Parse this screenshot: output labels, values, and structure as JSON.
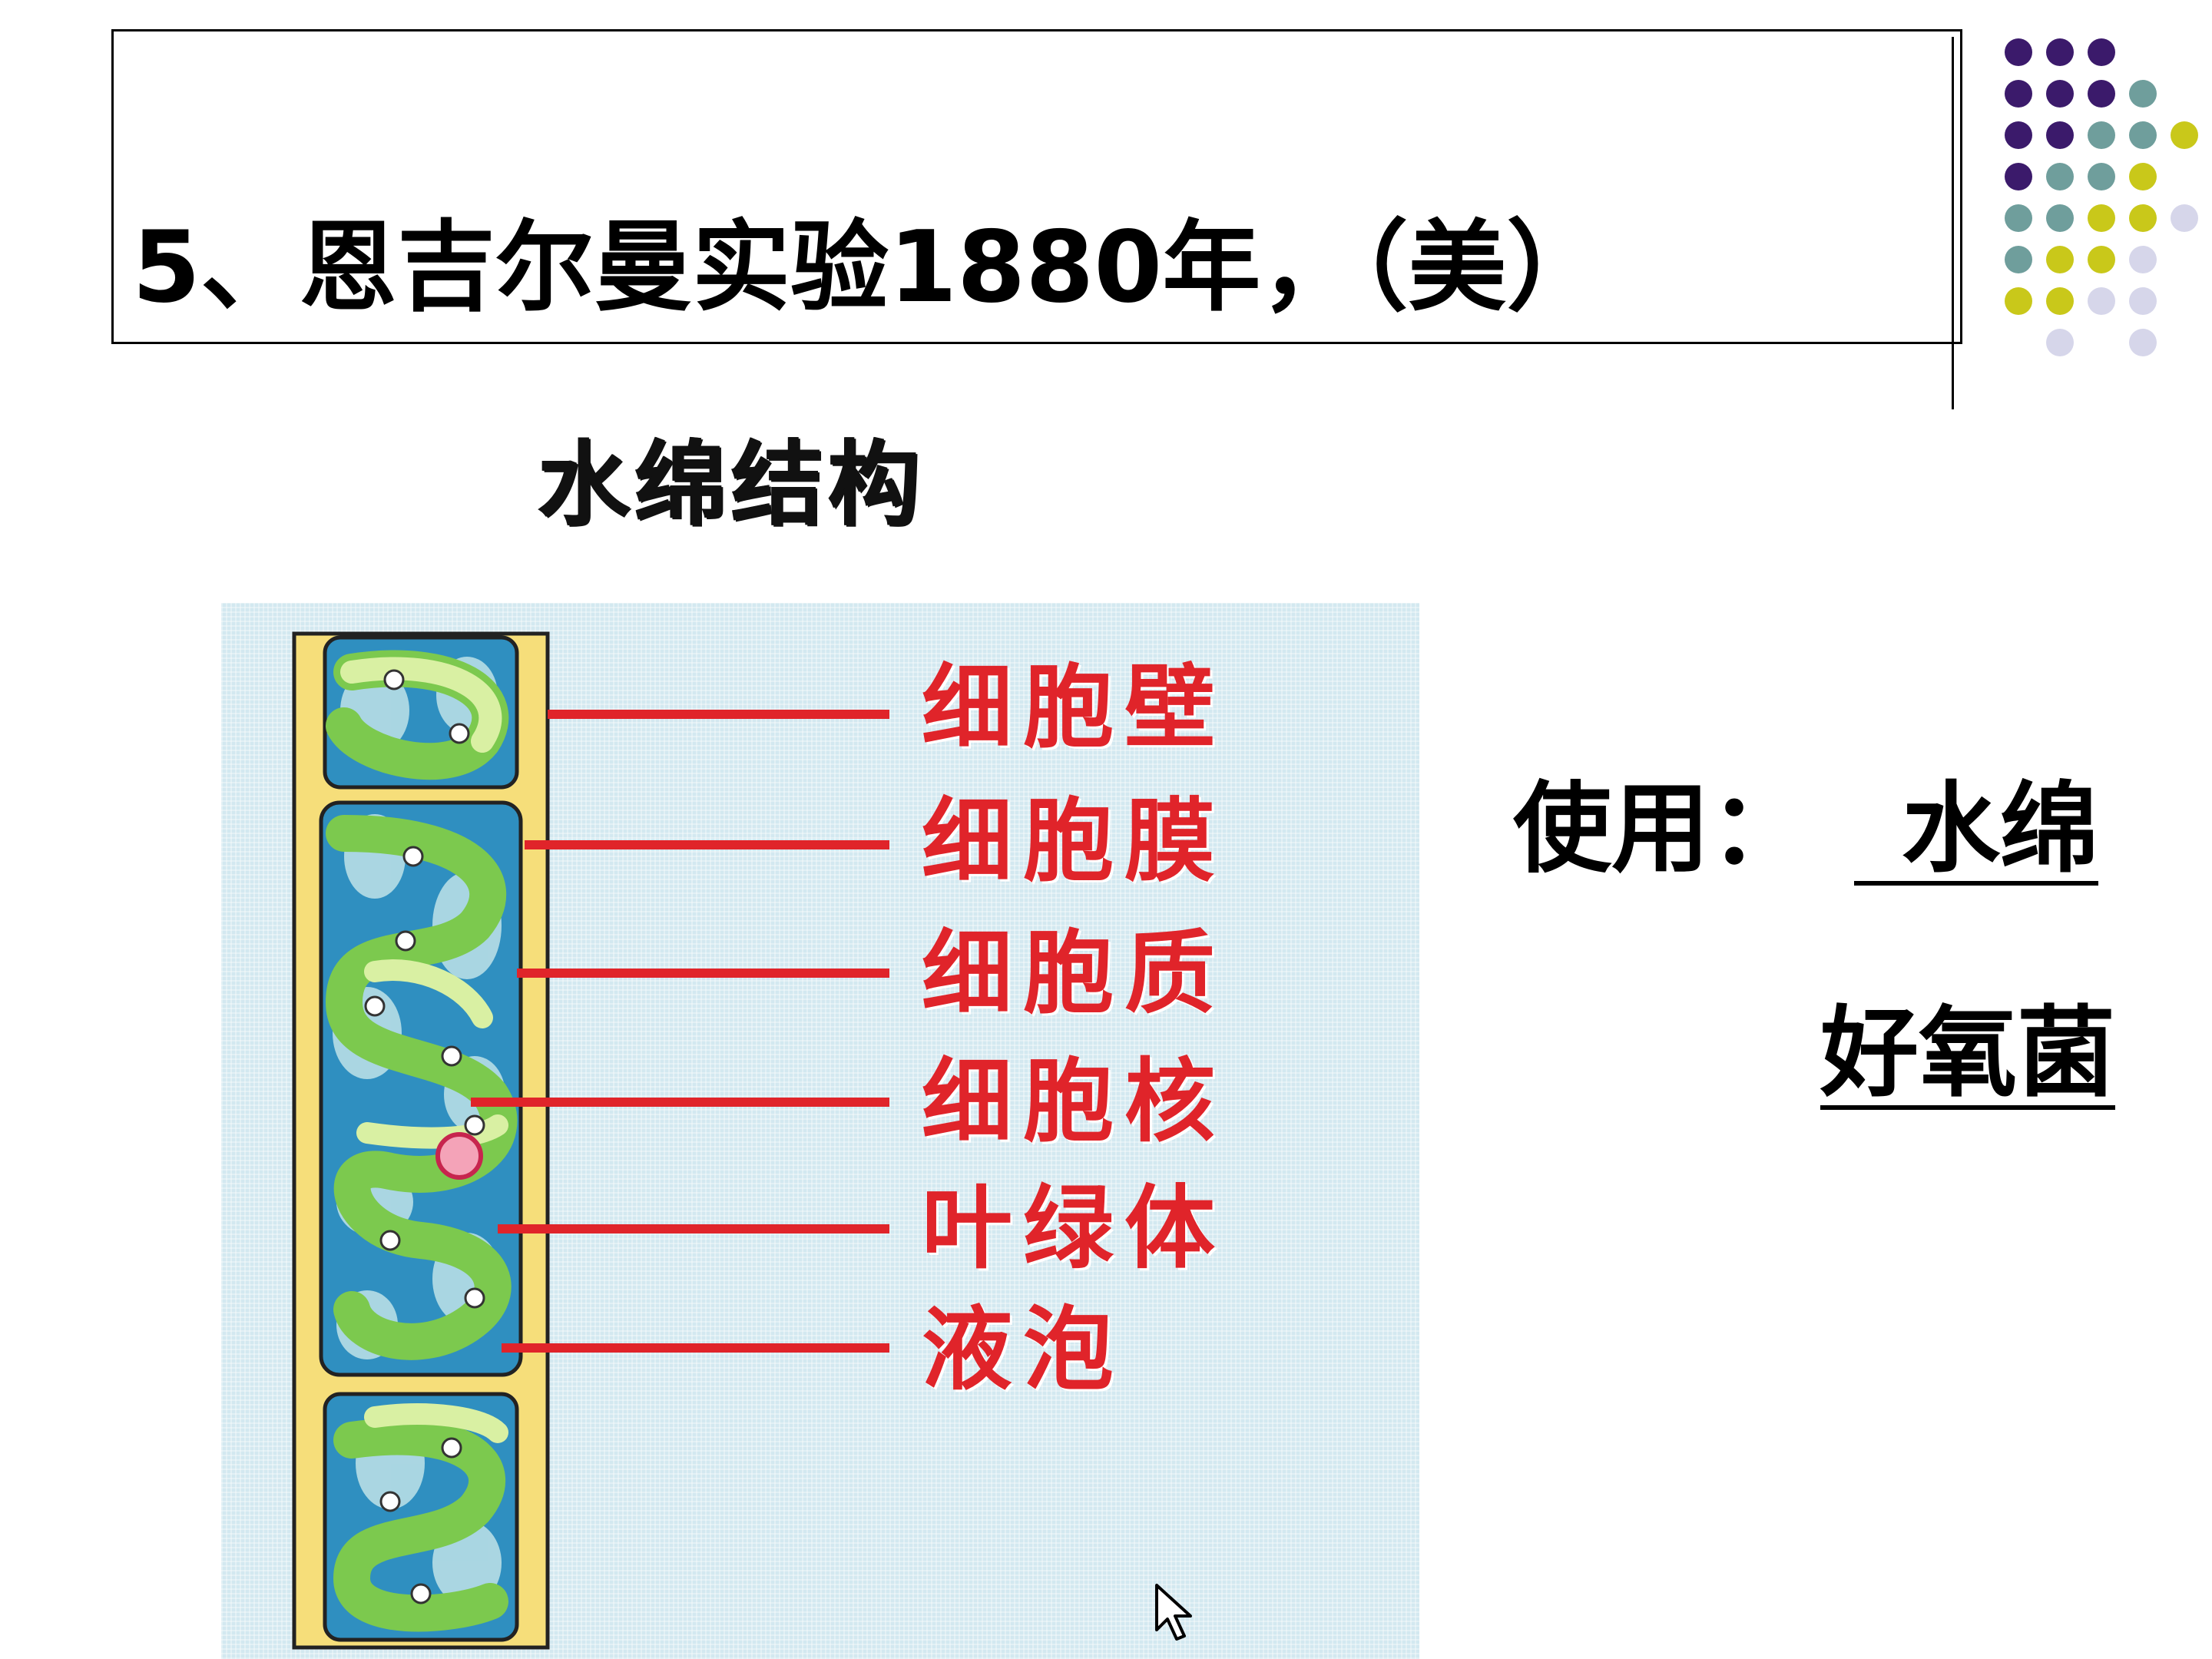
{
  "slide": {
    "title": "5、恩吉尔曼实验1880年，（美）",
    "caption": "水绵结构",
    "diagram": {
      "labels": [
        "细胞壁",
        "细胞膜",
        "细胞质",
        "细胞核",
        "叶绿体",
        "液泡"
      ],
      "colors": {
        "label": "#e0242a",
        "wall": "#f6de7a",
        "cell": "#2f8fc0",
        "chloroplast": "#7cc94e",
        "panel": "#d3e8f0"
      }
    },
    "use": {
      "label": "使用：",
      "value_1": "水绵",
      "value_2": "好氧菌"
    }
  },
  "decor": {
    "dot_colors": {
      "purple": "#3b1a6b",
      "teal": "#6f9e9c",
      "yellow": "#c9c81a",
      "lavender": "#d6d6ea"
    }
  },
  "icons": {
    "cursor": "mouse-pointer-icon"
  }
}
